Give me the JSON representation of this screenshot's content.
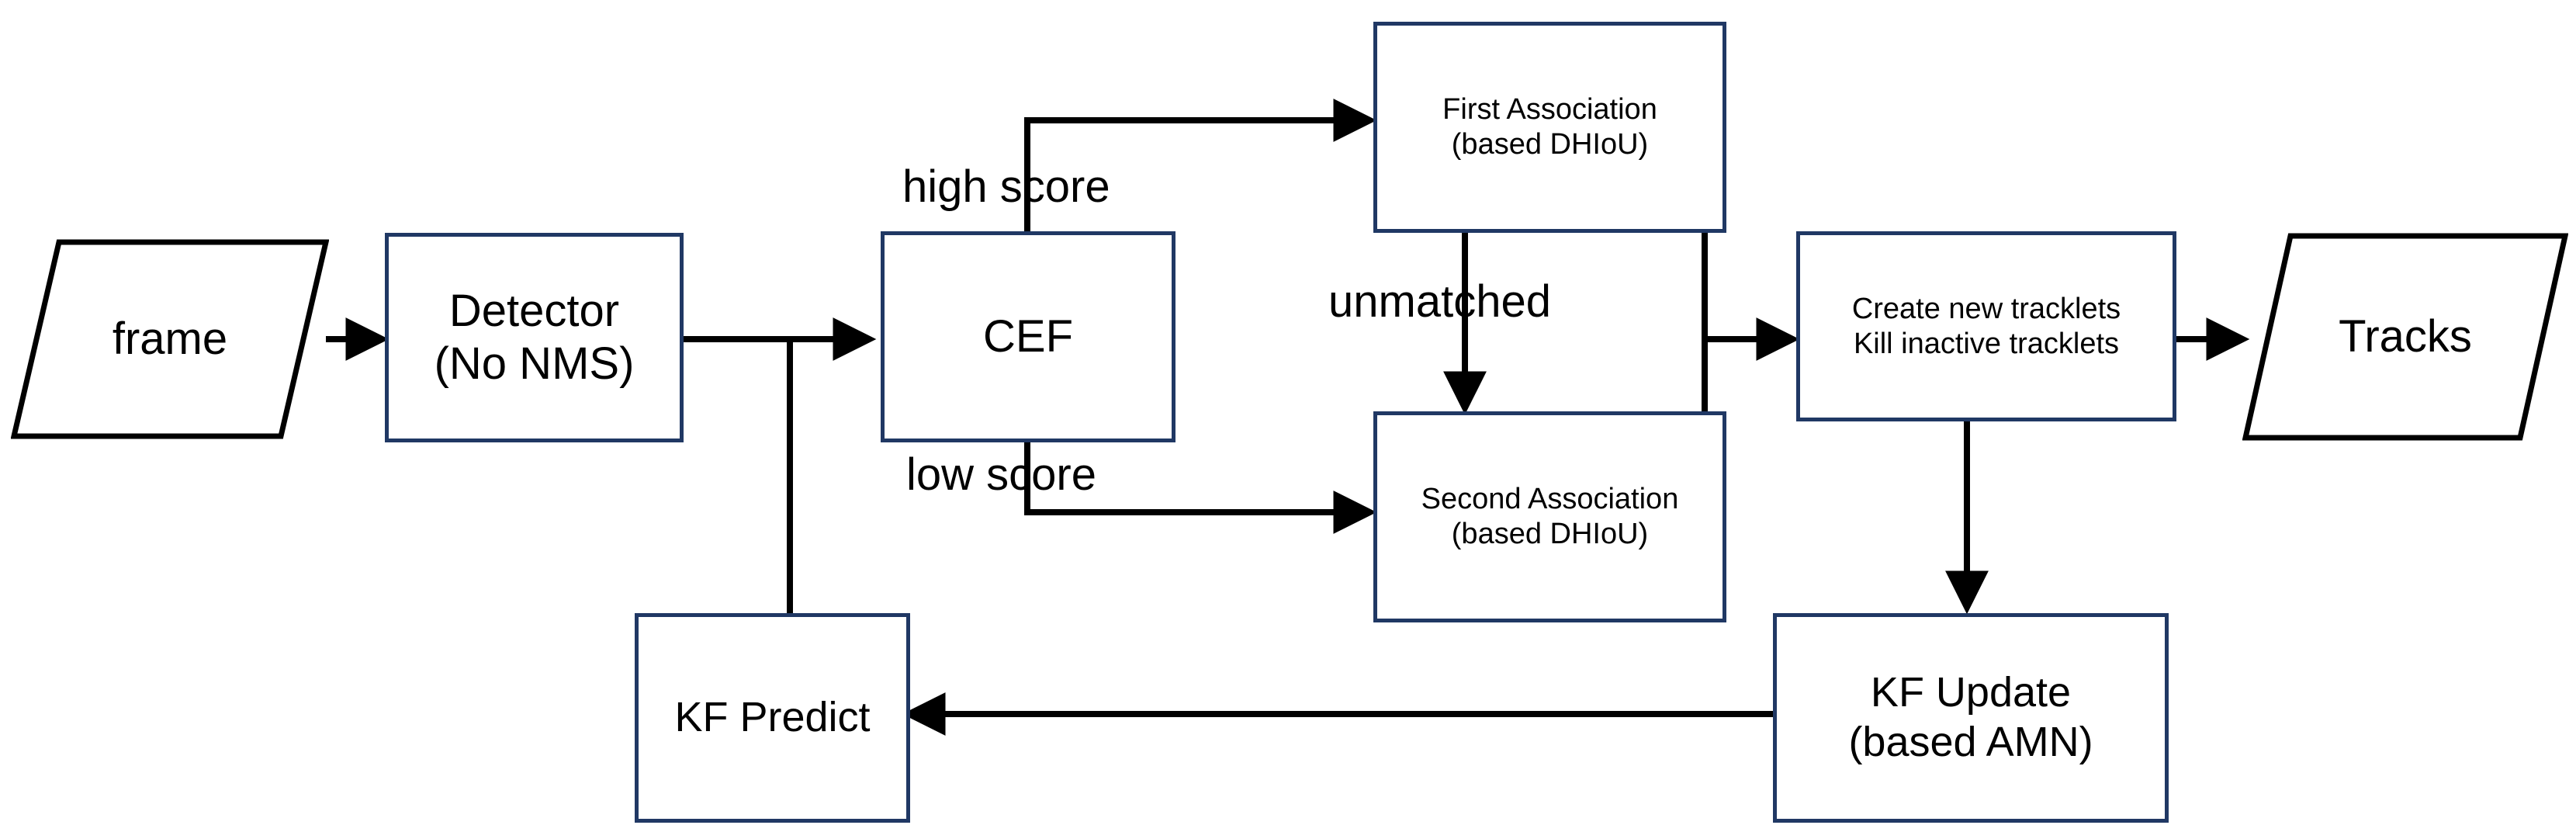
{
  "diagram": {
    "title": "Multi-object tracking pipeline flowchart",
    "colors": {
      "node_border_blue": "#203864",
      "io_border_black": "#000000",
      "connector_black": "#000000",
      "background": "#ffffff"
    }
  },
  "nodes": {
    "frame": {
      "label": "frame",
      "shape": "parallelogram"
    },
    "detector": {
      "label": "Detector\n(No NMS)",
      "shape": "rectangle"
    },
    "cef": {
      "label": "CEF",
      "shape": "rectangle"
    },
    "first_association": {
      "label": "First Association\n(based DHIoU)",
      "shape": "rectangle"
    },
    "second_association": {
      "label": "Second Association\n(based DHIoU)",
      "shape": "rectangle"
    },
    "tracklet_manager": {
      "label": "Create new tracklets\nKill inactive tracklets",
      "shape": "rectangle"
    },
    "tracks": {
      "label": "Tracks",
      "shape": "parallelogram"
    },
    "kf_predict": {
      "label": "KF Predict",
      "shape": "rectangle"
    },
    "kf_update": {
      "label": "KF Update\n(based AMN)",
      "shape": "rectangle"
    }
  },
  "edge_labels": {
    "high_score": "high score",
    "low_score": "low score",
    "unmatched": "unmatched"
  },
  "edges": [
    {
      "from": "frame",
      "to": "detector",
      "label": ""
    },
    {
      "from": "detector",
      "to": "cef",
      "label": ""
    },
    {
      "from": "detector",
      "to": "kf_predict",
      "label": ""
    },
    {
      "from": "cef",
      "to": "first_association",
      "label": "high score"
    },
    {
      "from": "cef",
      "to": "second_association",
      "label": "low score"
    },
    {
      "from": "first_association",
      "to": "second_association",
      "label": "unmatched"
    },
    {
      "from": "first_association",
      "to": "tracklet_manager",
      "label": ""
    },
    {
      "from": "second_association",
      "to": "tracklet_manager",
      "label": ""
    },
    {
      "from": "tracklet_manager",
      "to": "tracks",
      "label": ""
    },
    {
      "from": "tracklet_manager",
      "to": "kf_update",
      "label": ""
    },
    {
      "from": "kf_update",
      "to": "kf_predict",
      "label": ""
    }
  ]
}
